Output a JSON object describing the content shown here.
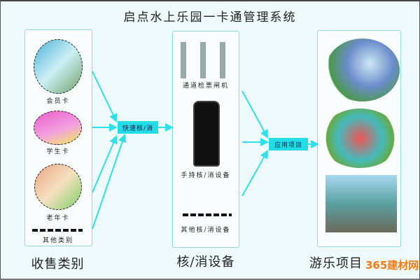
{
  "title": "启点水上乐园一卡通管理系统",
  "sales": {
    "heading": "收售类别",
    "items": [
      "会员卡",
      "学生卡",
      "老年卡",
      "其他类别"
    ]
  },
  "devices": {
    "heading": "核/消设备",
    "items": [
      "通道检票闸机",
      "手持核/消设备",
      "其他核/消设备"
    ]
  },
  "projects": {
    "heading": "游乐项目"
  },
  "hub_quick": "快速核/消",
  "hub_app": "应用项目",
  "watermark": "365建材网",
  "colors": {
    "arrow": "#2fe0ea",
    "box": "#22dde8",
    "border": "#8fdbe0"
  }
}
